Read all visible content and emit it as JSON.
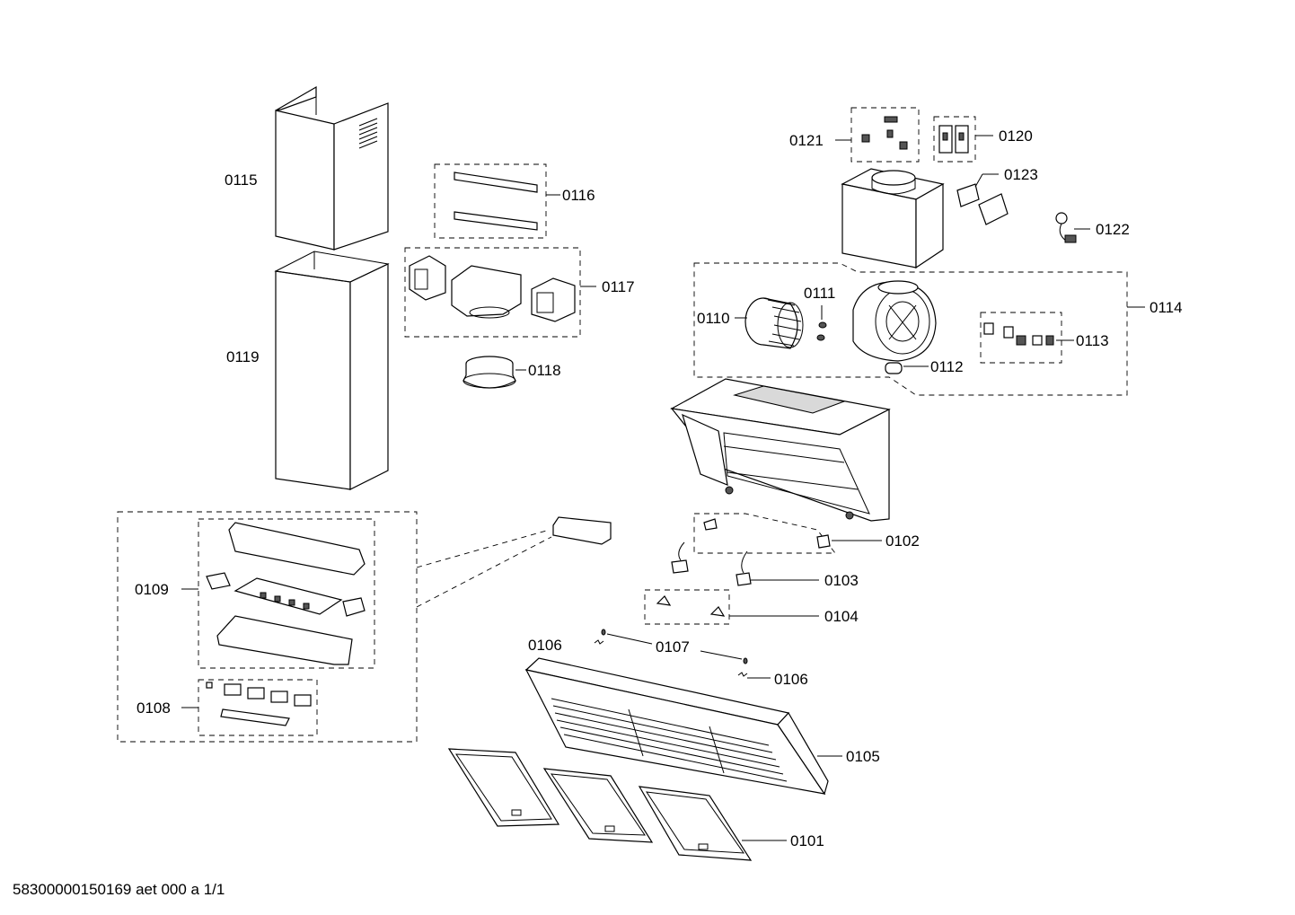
{
  "labels": {
    "p0101": "0101",
    "p0102": "0102",
    "p0103": "0103",
    "p0104": "0104",
    "p0105": "0105",
    "p0106a": "0106",
    "p0106b": "0106",
    "p0107": "0107",
    "p0108": "0108",
    "p0109": "0109",
    "p0110": "0110",
    "p0111": "0111",
    "p0112": "0112",
    "p0113": "0113",
    "p0114": "0114",
    "p0115": "0115",
    "p0116": "0116",
    "p0117": "0117",
    "p0118": "0118",
    "p0119": "0119",
    "p0120": "0120",
    "p0121": "0121",
    "p0122": "0122",
    "p0123": "0123"
  },
  "footer": "58300000150169 aet 000 a 1/1"
}
